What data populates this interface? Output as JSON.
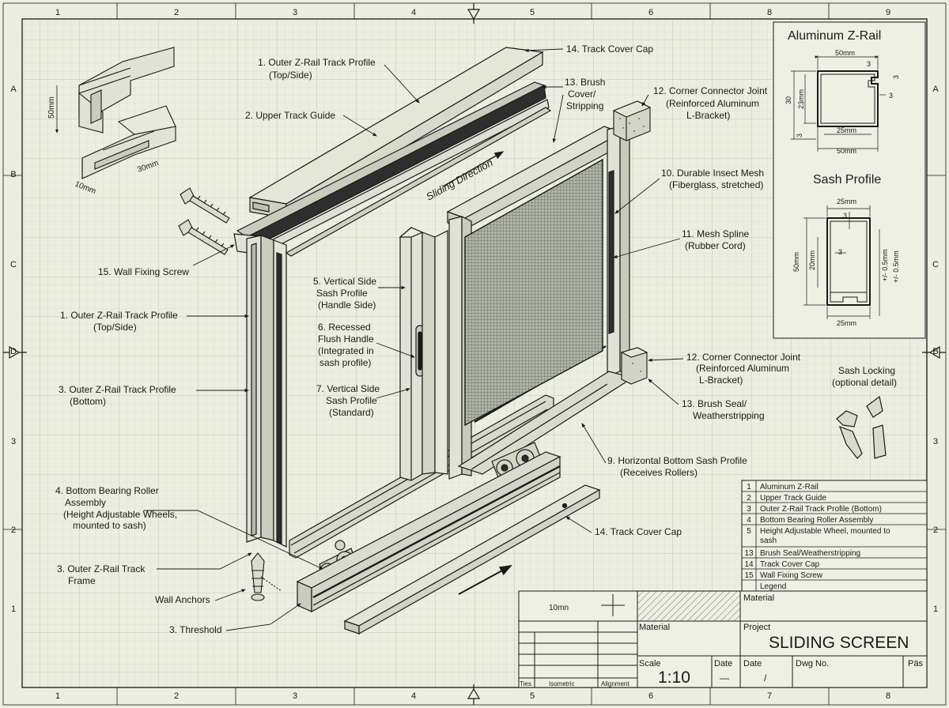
{
  "border": {
    "top_numbers": [
      "1",
      "2",
      "3",
      "4",
      "5",
      "6",
      "8",
      "9"
    ],
    "bottom_numbers": [
      "1",
      "2",
      "3",
      "4",
      "5",
      "6",
      "7",
      "8"
    ],
    "left_letters": [
      "A",
      "B",
      "C",
      "D",
      "3",
      "2",
      "1"
    ],
    "right_letters": [
      "A",
      "C",
      "B",
      "3",
      "2",
      "1"
    ]
  },
  "callouts": {
    "c1_top": [
      "1. Outer Z-Rail Track Profile",
      "(Top/Side)"
    ],
    "c14_top": [
      "14. Track Cover Cap"
    ],
    "c13_brush": [
      "13. Brush",
      "Cover/",
      "Stripping"
    ],
    "c12_top": [
      "12. Corner Connector Joint",
      "(Reinforced Aluminum",
      "L-Bracket)"
    ],
    "c2": [
      "2. Upper Track Guide"
    ],
    "sliding": [
      "Sliding Direction"
    ],
    "c10": [
      "10. Durable Insect Mesh",
      "(Fiberglass, stretched)"
    ],
    "c11": [
      "11. Mesh Spline",
      "(Rubber Cord)"
    ],
    "c15": [
      "15. Wall Fixing Screw"
    ],
    "c5": [
      "5. Vertical Side",
      "Sash Profile",
      "(Handle Side)"
    ],
    "c1_left": [
      "1. Outer Z-Rail Track Profile",
      "(Top/Side)"
    ],
    "c6": [
      "6. Recessed",
      "Flush Handle",
      "(Integrated in",
      "sash profile)"
    ],
    "c3_bottom": [
      "3. Outer Z-Rail Track Profile",
      "(Bottom)"
    ],
    "c7": [
      "7. Vertical Side",
      "Sash Profile",
      "(Standard)"
    ],
    "c12_bottom": [
      "12. Corner Connector Joint",
      "(Reinforced Aluminum",
      "L-Bracket)"
    ],
    "c13_seal": [
      "13. Brush Seal/",
      "Weatherstripping"
    ],
    "c9": [
      "9. Horizontal Bottom Sash Profile",
      "(Receives Rollers)"
    ],
    "c4": [
      "4. Bottom Bearing Roller",
      "Assembly",
      "(Height Adjustable Wheels,",
      "mounted to sash)"
    ],
    "c14_bottom": [
      "14. Track Cover Cap"
    ],
    "c3_frame": [
      "3. Outer Z-Rail Track",
      "Frame"
    ],
    "wall_anchors": [
      "Wall Anchors"
    ],
    "c3_threshold": [
      "3. Threshold"
    ],
    "sash_locking": [
      "Sash Locking",
      "(optional detail)"
    ]
  },
  "small_profile": {
    "dim_height": "50mm",
    "dim_depth": "30mm",
    "dim_width": "10mm"
  },
  "zrail_detail": {
    "title": "Aluminum Z-Rail",
    "dim_top": "50mm",
    "dim_left_outer": "30",
    "dim_left_inner": "23mm",
    "dim_3a": "3",
    "dim_3b": "3",
    "dim_3c": "3",
    "dim_3d": "3",
    "dim_inner_bottom": "25mm",
    "dim_bottom": "50mm"
  },
  "sash_detail": {
    "title": "Sash Profile",
    "dim_top": "25mm",
    "dim_3a": "3",
    "dim_3b": "3",
    "dim_left_outer": "50mm",
    "dim_left_inner": "20mm",
    "dim_right_a": "+/- 0.5mm",
    "dim_right_b": "+/- 0.5mm",
    "dim_bottom": "25mm"
  },
  "parts_list": [
    {
      "no": "1",
      "desc": "Aluminum Z-Rail"
    },
    {
      "no": "2",
      "desc": "Upper Track Guide"
    },
    {
      "no": "3",
      "desc": "Outer Z-Rail Track Profile (Bottom)"
    },
    {
      "no": "4",
      "desc": "Bottom Bearing Roller Assembly"
    },
    {
      "no": "5",
      "desc": "Height Adjustable Wheel, mounted to sash"
    },
    {
      "no": "13",
      "desc": "Brush Seal/Weatherstripping"
    },
    {
      "no": "14",
      "desc": "Track Cover Cap"
    },
    {
      "no": "15",
      "desc": "Wall Fixing Screw"
    },
    {
      "no": "",
      "desc": "Legend"
    }
  ],
  "title_block": {
    "dim_10mm": "10mn",
    "material_label_top": "Material",
    "material_label_mid": "Material",
    "project_label": "Project",
    "project_name": "SLIDING SCREEN",
    "scale_label": "Scale",
    "scale_value": "1:10",
    "date_label_a": "Date",
    "date_value_a": "—",
    "date_label_b": "Date",
    "date_value_b": "/",
    "dwg_label": "Dwg No.",
    "pas_label": "Päs",
    "bottom_cells": [
      "Ties",
      "Isometric",
      "Alignment"
    ]
  },
  "colors": {
    "paper": "#eceee1",
    "grid_minor": "#cfd3c3",
    "grid_major": "#b9bea9",
    "ink": "#1a1a1a",
    "metal": "#dde0d2",
    "mesh": "#8f958a"
  }
}
